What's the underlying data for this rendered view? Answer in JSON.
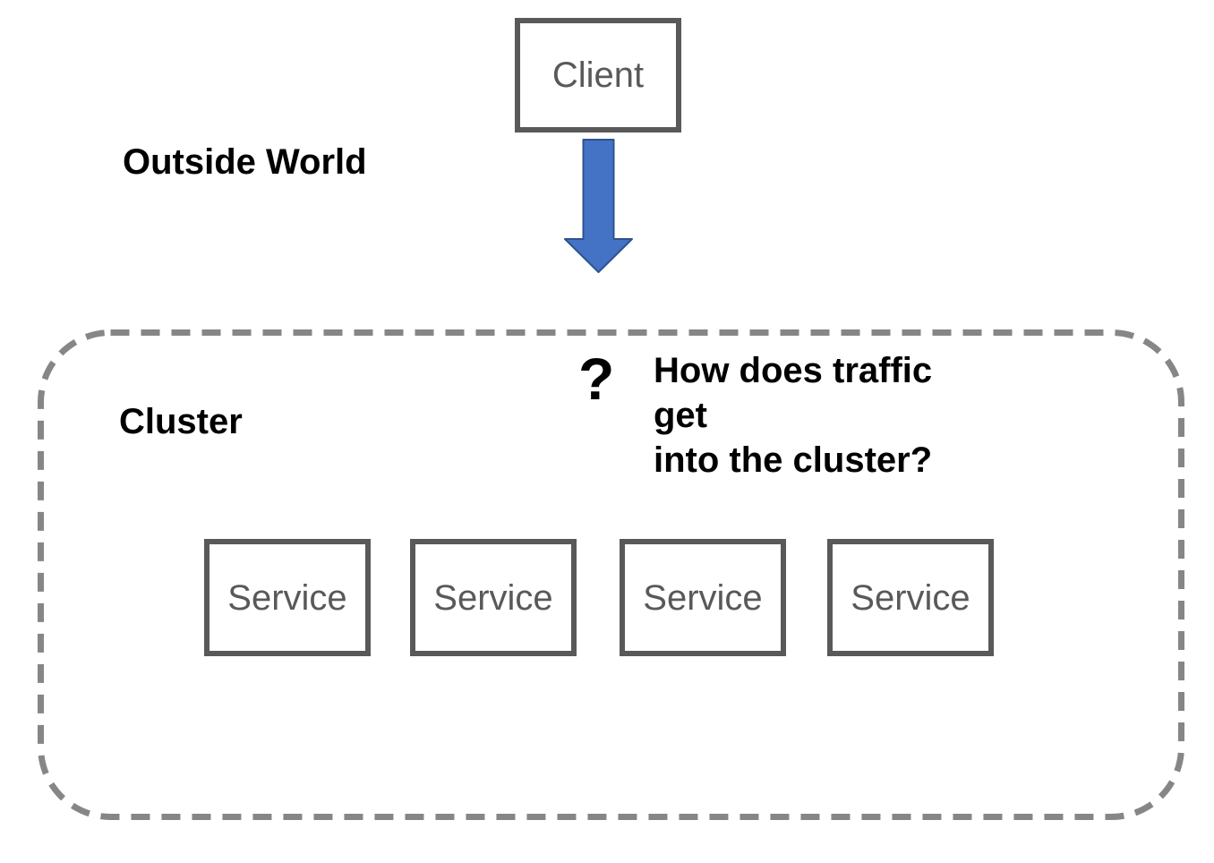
{
  "diagram": {
    "outside": {
      "label": "Outside World",
      "client_label": "Client"
    },
    "cluster": {
      "label": "Cluster",
      "question_mark": "?",
      "question_text": "How does traffic get\ninto the cluster?",
      "services": [
        {
          "label": "Service"
        },
        {
          "label": "Service"
        },
        {
          "label": "Service"
        },
        {
          "label": "Service"
        }
      ]
    }
  },
  "colors": {
    "node_border": "#595959",
    "node_text": "#595959",
    "label_text": "#000000",
    "cluster_dash": "#868686",
    "arrow_fill": "#4472C4",
    "arrow_edge": "#2F528F",
    "background": "#ffffff"
  }
}
